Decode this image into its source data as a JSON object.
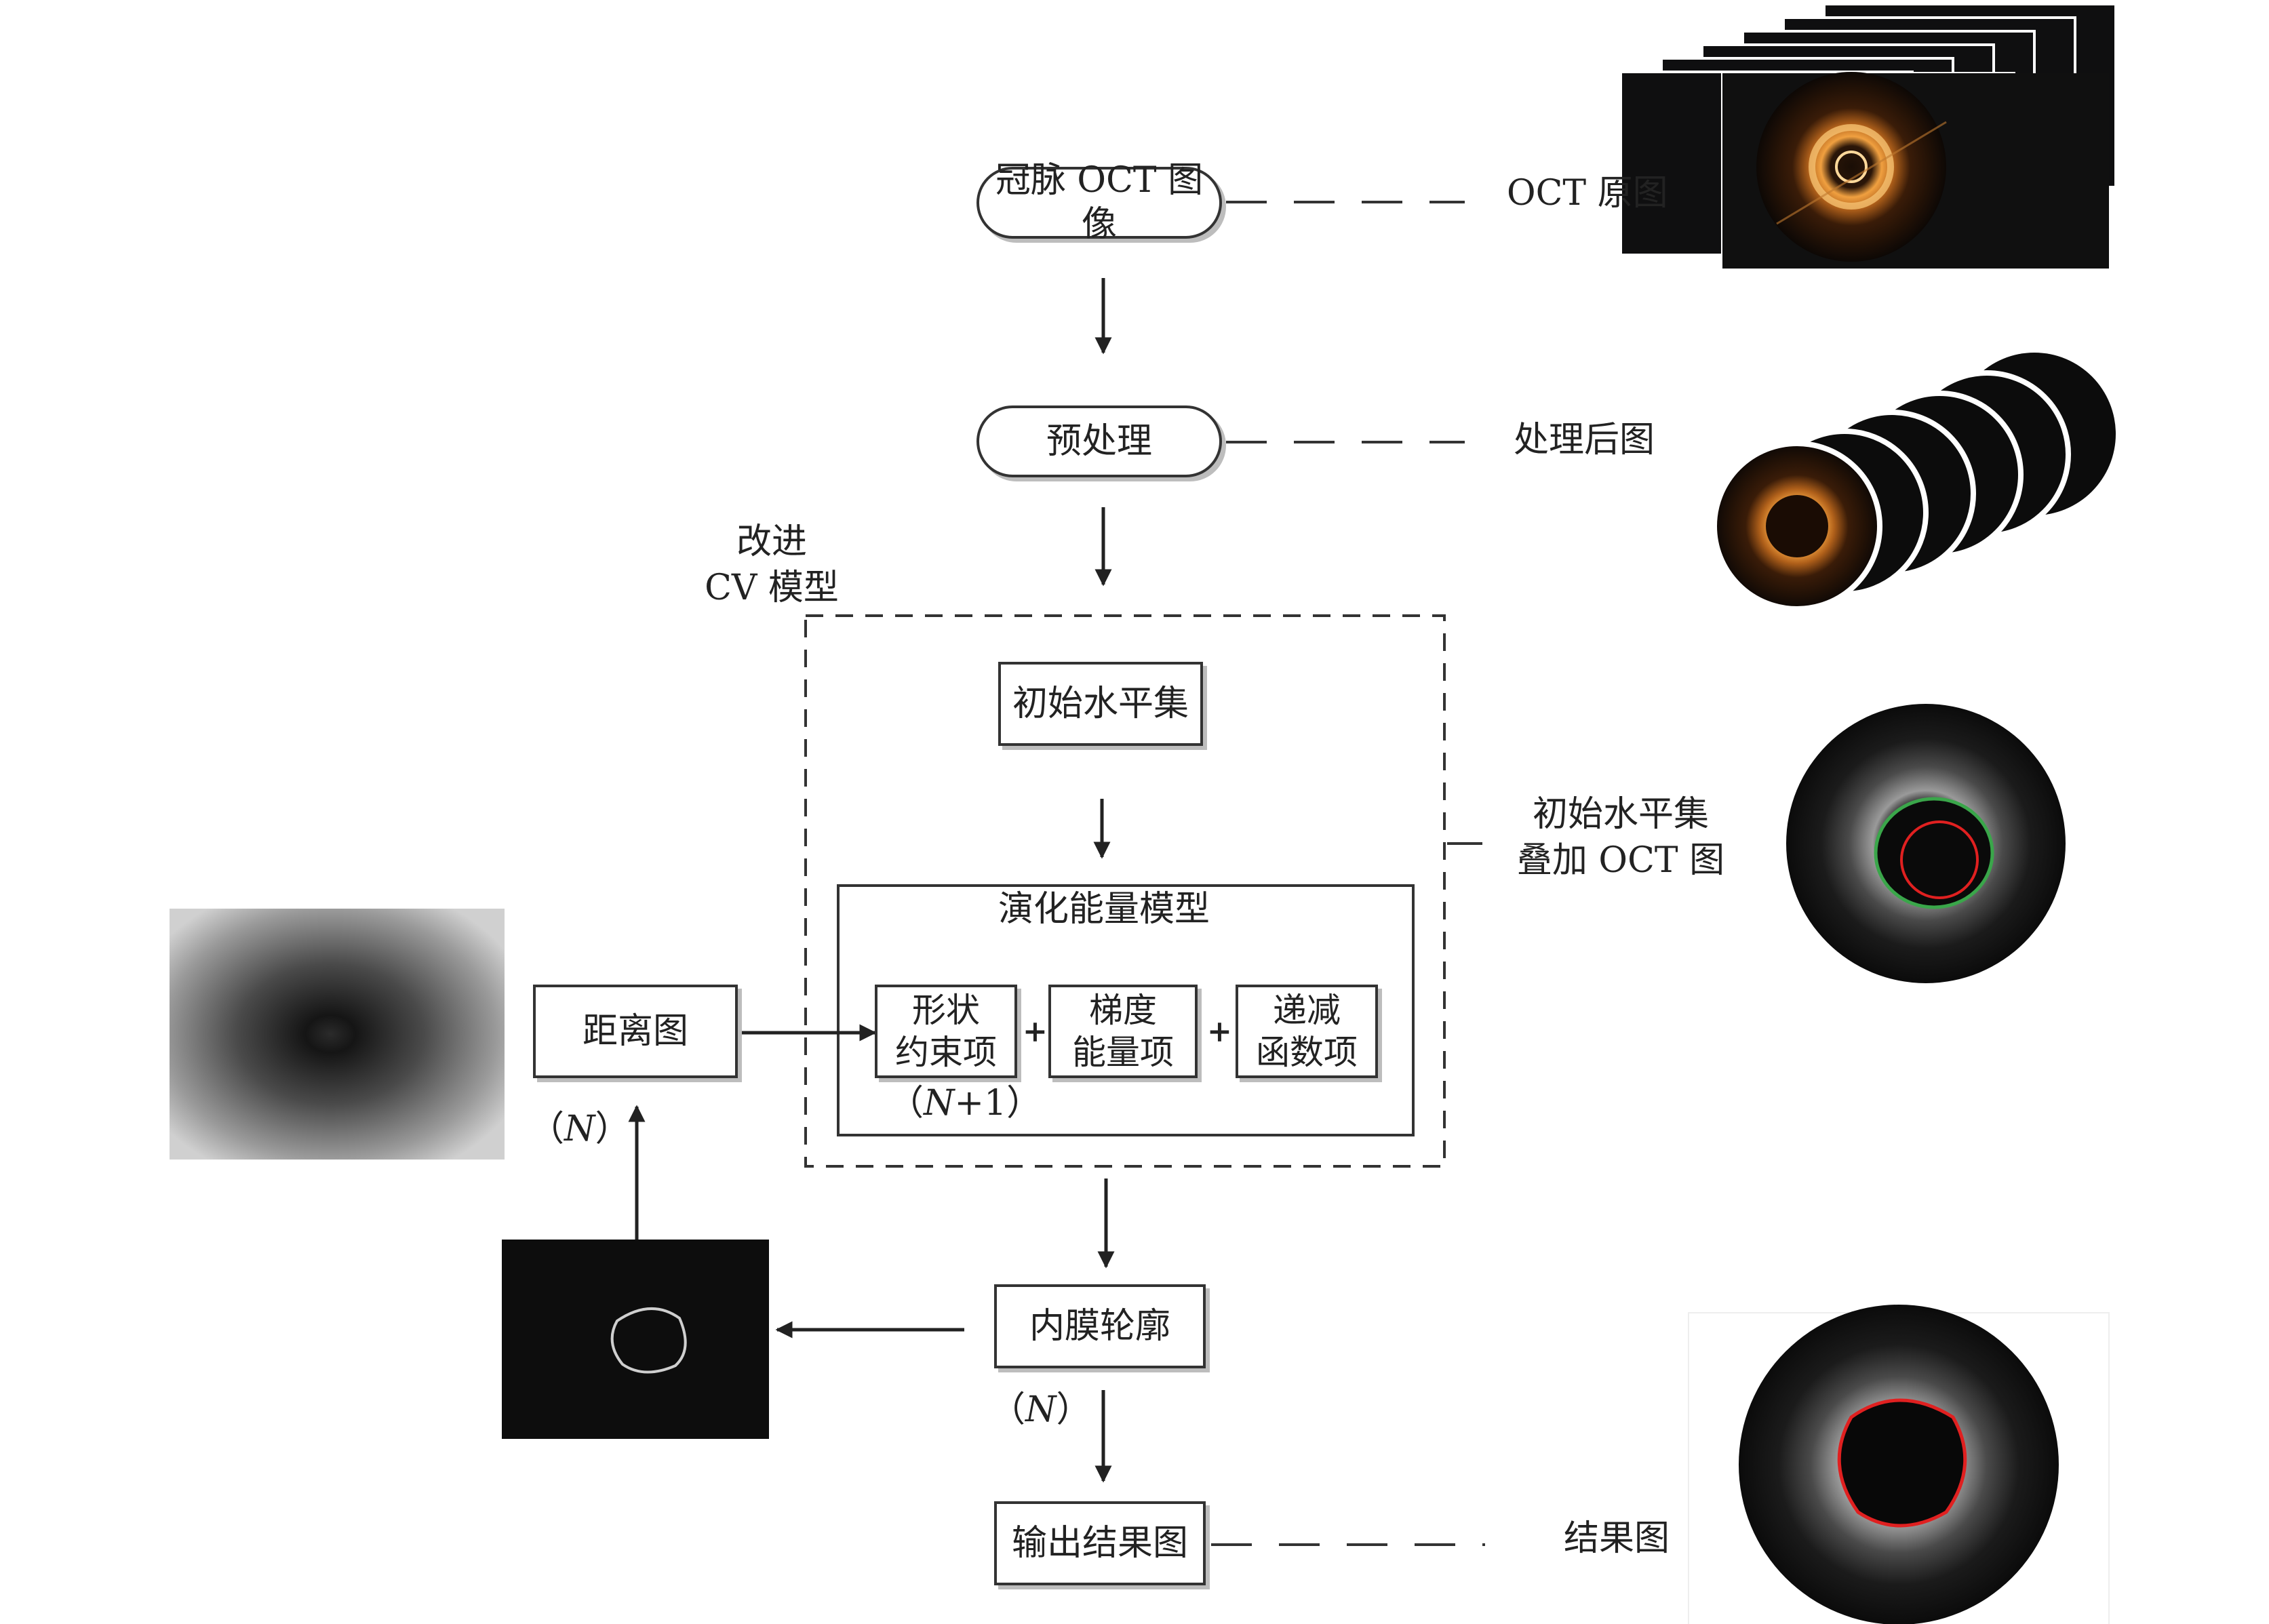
{
  "nodes": {
    "oct_input": "冠脉 OCT 图像",
    "preprocess": "预处理",
    "initial_level_set": "初始水平集",
    "evolution_model": "演化能量模型",
    "shape_term": [
      "形状",
      "约束项"
    ],
    "gradient_term": [
      "梯度",
      "能量项"
    ],
    "decay_term": [
      "递减",
      "函数项"
    ],
    "distance_map": "距离图",
    "intima_contour": "内膜轮廓",
    "output_result": "输出结果图"
  },
  "group_label": [
    "改进",
    "CV 模型"
  ],
  "side_labels": {
    "oct_original": "OCT 原图",
    "processed": "处理后图",
    "overlay": [
      "初始水平集",
      "叠加 OCT 图"
    ],
    "result": "结果图"
  },
  "iteration_labels": {
    "n_plus_1_open": "（",
    "n_plus_1_var": "N",
    "n_plus_1_close": "+1）",
    "n_open": "（",
    "n_var": "N",
    "n_close": "）"
  },
  "colors": {
    "line": "#333333",
    "shadow": "#bdbdbd",
    "oct_ring": "#d98a2a",
    "overlay_green": "#3aa64a",
    "contour_red": "#e02020"
  }
}
